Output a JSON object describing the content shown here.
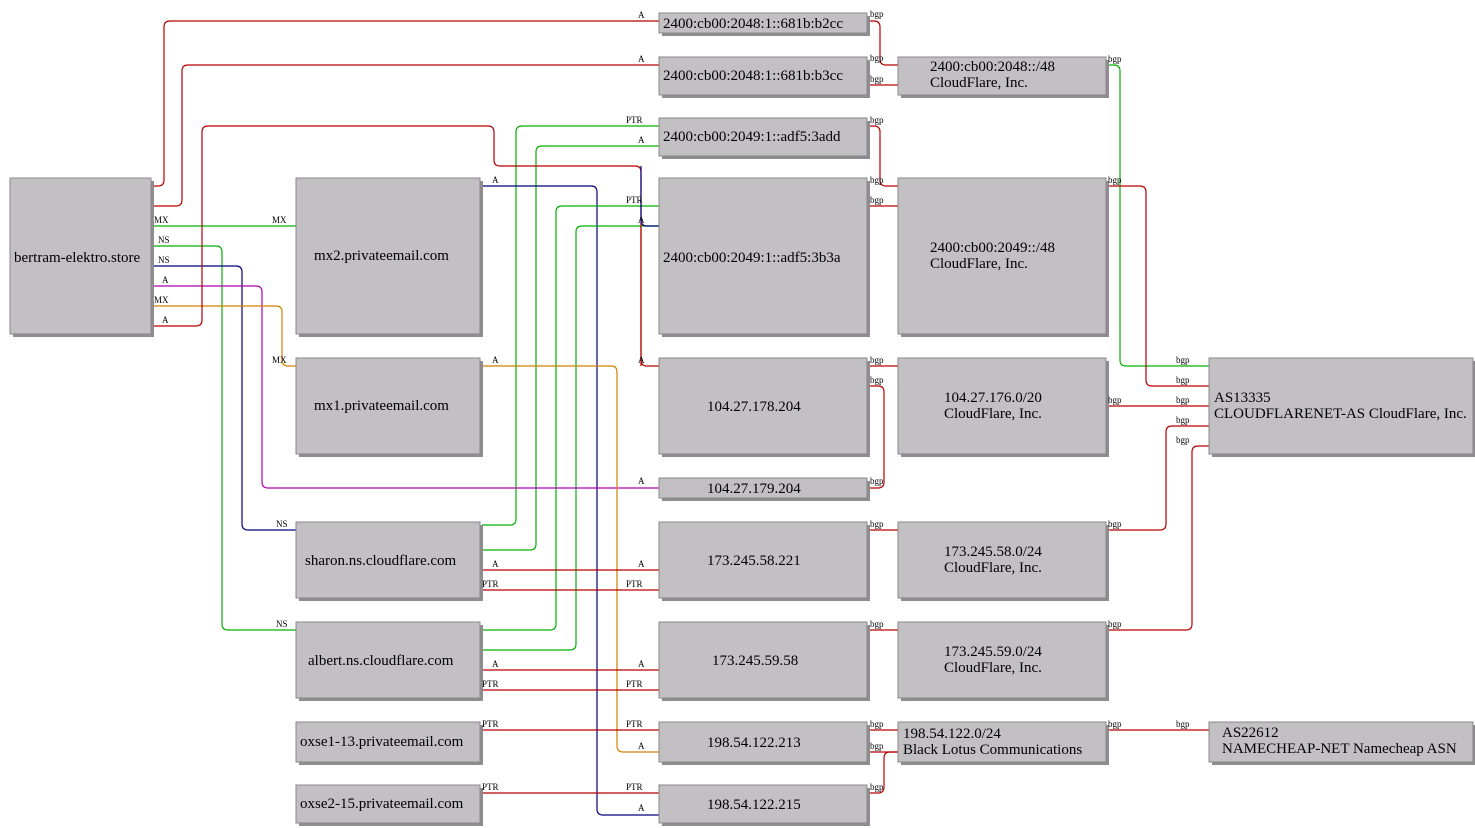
{
  "nodes": [
    {
      "id": "domain",
      "lines": [
        "bertram-elektro.store"
      ]
    },
    {
      "id": "mx2",
      "lines": [
        "mx2.privateemail.com"
      ]
    },
    {
      "id": "mx1",
      "lines": [
        "mx1.privateemail.com"
      ]
    },
    {
      "id": "sharon",
      "lines": [
        "sharon.ns.cloudflare.com"
      ]
    },
    {
      "id": "albert",
      "lines": [
        "albert.ns.cloudflare.com"
      ]
    },
    {
      "id": "oxse1",
      "lines": [
        "oxse1-13.privateemail.com"
      ]
    },
    {
      "id": "oxse2",
      "lines": [
        "oxse2-15.privateemail.com"
      ]
    },
    {
      "id": "ip6a",
      "lines": [
        "2400:cb00:2048:1::681b:b2cc"
      ]
    },
    {
      "id": "ip6b",
      "lines": [
        "2400:cb00:2048:1::681b:b3cc"
      ]
    },
    {
      "id": "ip6c",
      "lines": [
        "2400:cb00:2049:1::adf5:3add"
      ]
    },
    {
      "id": "ip6d",
      "lines": [
        "2400:cb00:2049:1::adf5:3b3a"
      ]
    },
    {
      "id": "ip178",
      "lines": [
        "104.27.178.204"
      ]
    },
    {
      "id": "ip179",
      "lines": [
        "104.27.179.204"
      ]
    },
    {
      "id": "ip221",
      "lines": [
        "173.245.58.221"
      ]
    },
    {
      "id": "ip58",
      "lines": [
        "173.245.59.58"
      ]
    },
    {
      "id": "ip213",
      "lines": [
        "198.54.122.213"
      ]
    },
    {
      "id": "ip215",
      "lines": [
        "198.54.122.215"
      ]
    },
    {
      "id": "net2048",
      "lines": [
        "2400:cb00:2048::/48",
        "CloudFlare, Inc."
      ]
    },
    {
      "id": "net2049",
      "lines": [
        "2400:cb00:2049::/48",
        "CloudFlare, Inc."
      ]
    },
    {
      "id": "net104",
      "lines": [
        "104.27.176.0/20",
        "CloudFlare, Inc."
      ]
    },
    {
      "id": "net58",
      "lines": [
        "173.245.58.0/24",
        "CloudFlare, Inc."
      ]
    },
    {
      "id": "net59",
      "lines": [
        "173.245.59.0/24",
        "CloudFlare, Inc."
      ]
    },
    {
      "id": "net198",
      "lines": [
        "198.54.122.0/24",
        "Black Lotus Communications"
      ]
    },
    {
      "id": "as13335",
      "lines": [
        "AS13335",
        "CLOUDFLARENET-AS CloudFlare, Inc."
      ]
    },
    {
      "id": "as22612",
      "lines": [
        "AS22612",
        "NAMECHEAP-NET Namecheap ASN"
      ]
    }
  ],
  "edges": [
    {
      "label": "A",
      "color": "#b80000"
    },
    {
      "label": "A",
      "color": "#b80000"
    },
    {
      "label": "PTR",
      "color": "#00b000"
    },
    {
      "label": "A",
      "color": "#00b000"
    },
    {
      "label": "MX",
      "color": "#00b000"
    },
    {
      "label": "A",
      "color": "#000080"
    },
    {
      "label": "NS",
      "color": "#00b000"
    },
    {
      "label": "PTR",
      "color": "#00b000"
    },
    {
      "label": "A",
      "color": "#00b000"
    },
    {
      "label": "NS",
      "color": "#000080"
    },
    {
      "label": "A",
      "color": "#b000b0"
    },
    {
      "label": "MX",
      "color": "#d08000"
    },
    {
      "label": "A",
      "color": "#b80000"
    },
    {
      "label": "A",
      "color": "#d08000"
    },
    {
      "label": "A",
      "color": "#b80000"
    },
    {
      "label": "PTR",
      "color": "#b80000"
    },
    {
      "label": "A",
      "color": "#b80000"
    },
    {
      "label": "PTR",
      "color": "#b80000"
    },
    {
      "label": "PTR",
      "color": "#b80000"
    },
    {
      "label": "PTR",
      "color": "#b80000"
    },
    {
      "label": "A",
      "color": "#000080"
    },
    {
      "label": "A",
      "color": "#b80000"
    },
    {
      "label": "bgp",
      "color": "#b80000"
    },
    {
      "label": "bgp",
      "color": "#b80000"
    },
    {
      "label": "bgp",
      "color": "#b80000"
    },
    {
      "label": "bgp",
      "color": "#b80000"
    },
    {
      "label": "bgp",
      "color": "#b80000"
    },
    {
      "label": "bgp",
      "color": "#b80000"
    },
    {
      "label": "bgp",
      "color": "#b80000"
    },
    {
      "label": "bgp",
      "color": "#b80000"
    },
    {
      "label": "bgp",
      "color": "#b80000"
    },
    {
      "label": "bgp",
      "color": "#b80000"
    },
    {
      "label": "bgp",
      "color": "#b80000"
    },
    {
      "label": "bgp",
      "color": "#00b000"
    },
    {
      "label": "bgp",
      "color": "#b80000"
    },
    {
      "label": "bgp",
      "color": "#b80000"
    },
    {
      "label": "bgp",
      "color": "#b80000"
    },
    {
      "label": "bgp",
      "color": "#b80000"
    },
    {
      "label": "bgp",
      "color": "#b80000"
    }
  ]
}
